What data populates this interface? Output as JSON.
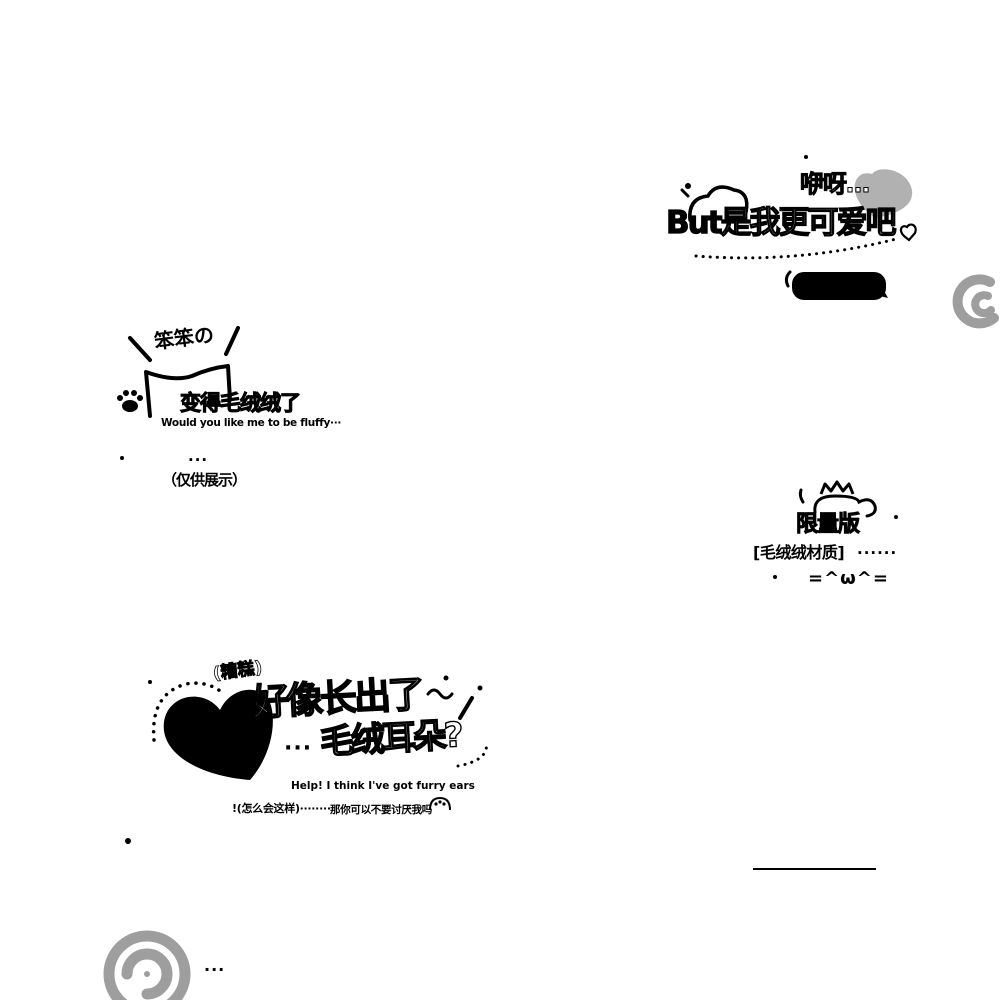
{
  "fluffy_sticker": {
    "top_text": "笨笨の",
    "main_text_a": "变得",
    "main_text_b": "毛绒绒",
    "main_text_c": "了",
    "english": "Would you like me to be fluffy···",
    "dots": "···",
    "note": "（仅供展示）"
  },
  "cute_sticker": {
    "header": "咿呀…",
    "main_text_a": "But",
    "main_text_b": "是我更可爱吧"
  },
  "limited_sticker": {
    "title": "限量版",
    "tag": "[毛绒绒材质]",
    "dots": "······",
    "face": "=^ω^="
  },
  "ears_sticker": {
    "small_text": "(糟糕)",
    "main_line_1a": "好像",
    "main_line_1b": "长出",
    "main_line_1c": "了",
    "dots": "···",
    "main_line_2": "毛绒耳朵?",
    "english": "Help! I think I've got furry ears",
    "note_left": "!(怎么会这样)········",
    "note_right": "那你可以不要讨厌我吗"
  },
  "bottom_dots": "···",
  "colors": {
    "ink": "#000000",
    "gray": "#9e9e9e",
    "paper": "#ffffff"
  }
}
